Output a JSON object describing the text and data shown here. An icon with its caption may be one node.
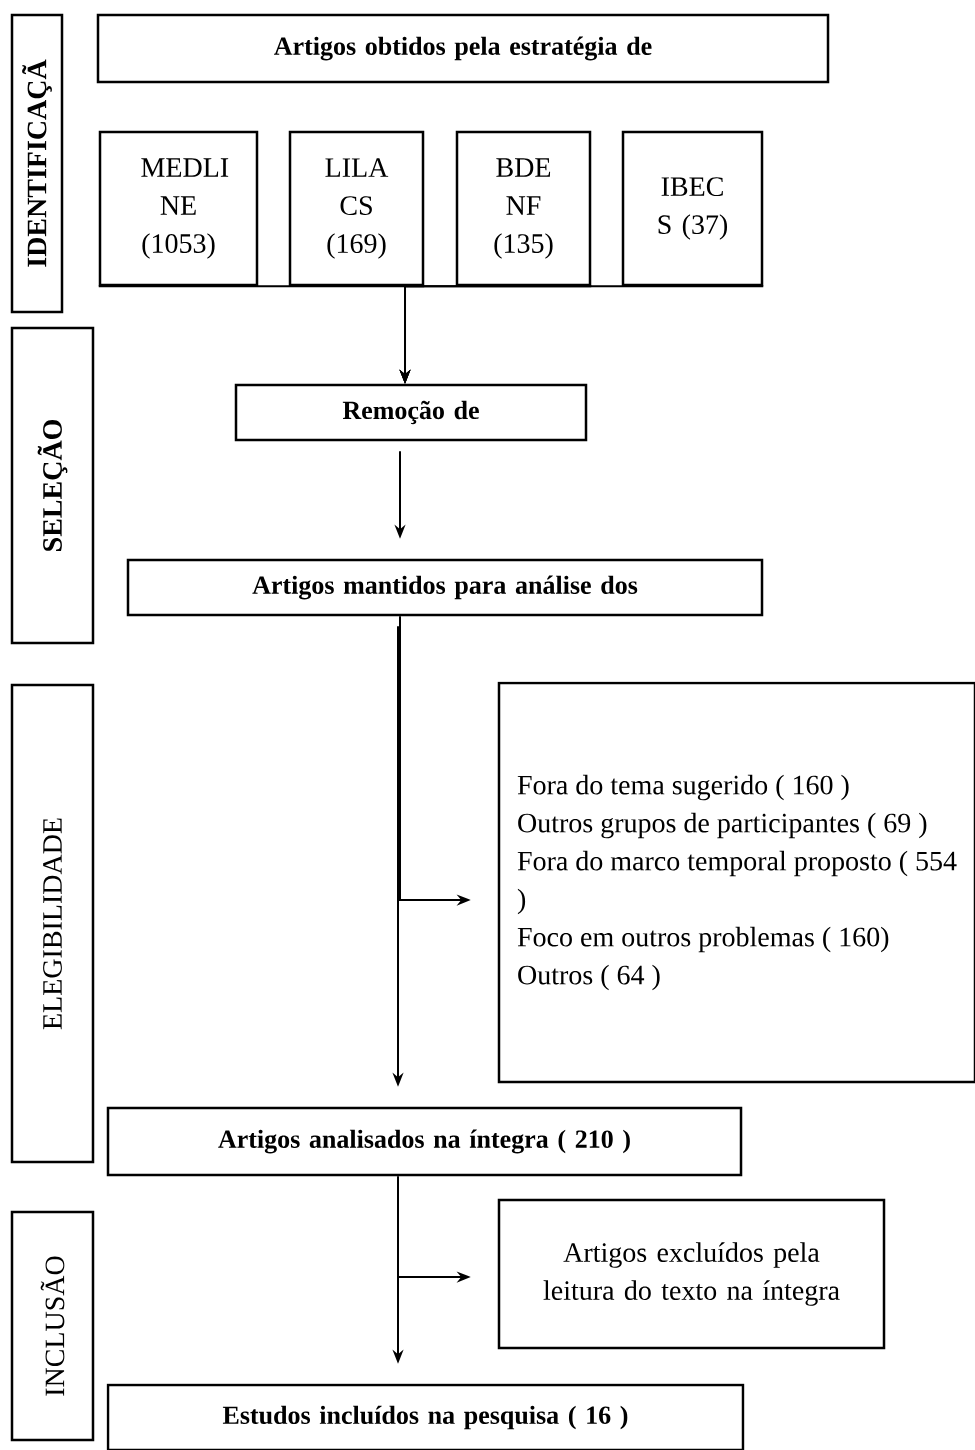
{
  "diagram": {
    "nodes": [
      {
        "text": [
          "IDENTIFICAÇÃ"
        ]
      },
      {
        "text": [
          "Artigos obtidos pela estratégia de"
        ]
      },
      {
        "text": [
          "MEDLI NE (1053)"
        ]
      },
      {
        "text": [
          "LILA CS (169)"
        ]
      },
      {
        "text": [
          "BDE NF (135)"
        ]
      },
      {
        "text": [
          "IBEC S (37)"
        ]
      },
      {
        "text": [
          "SELEÇÃO"
        ]
      },
      {
        "text": [
          "Remoção de"
        ]
      },
      {
        "text": [
          "Artigos mantidos para análise dos"
        ]
      },
      {
        "text": [
          "ELEGIBILIDADE"
        ]
      },
      {
        "text": [
          "Fora do tema sugerido ( 160 )",
          "Outros grupos de participantes ( 69 )",
          "Fora do marco temporal proposto ( 554 )",
          "Foco em outros problemas ( 160)",
          "Outros ( 64 )"
        ]
      },
      {
        "text": [
          "Artigos analisados na íntegra ( 210 )"
        ]
      },
      {
        "text": [
          "INCLUSÃO"
        ]
      },
      {
        "text": [
          "Artigos excluídos pela leitura do texto na íntegra"
        ]
      },
      {
        "text": [
          "Estudos incluídos na pesquisa ( 16 )"
        ]
      }
    ],
    "edges": [
      {
        "from": 2,
        "to": 7,
        "arrow": "to"
      },
      {
        "from": 3,
        "to": 7,
        "arrow": "to"
      },
      {
        "from": 4,
        "to": 7,
        "arrow": "to"
      },
      {
        "from": 5,
        "to": 7,
        "arrow": "to"
      },
      {
        "from": 7,
        "to": 8,
        "arrow": "to"
      },
      {
        "from": 8,
        "to": 11,
        "arrow": "to"
      },
      {
        "from": 8,
        "to": 10,
        "arrow": "to"
      },
      {
        "from": 11,
        "to": 14,
        "arrow": "to"
      },
      {
        "from": 11,
        "to": 13,
        "arrow": "to"
      }
    ]
  }
}
